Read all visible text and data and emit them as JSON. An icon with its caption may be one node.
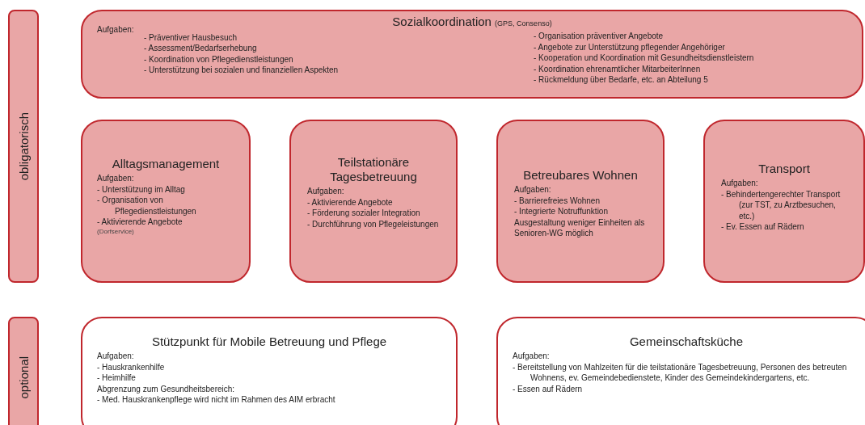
{
  "diagram": {
    "nodes": [
      {
        "text": [
          "obligatorisch"
        ]
      },
      {
        "text": [
          "Sozialkoordination",
          "(GPS, Consenso)",
          "Aufgaben:",
          "- Präventiver Hausbesuch",
          "- Assessment/Bedarfserhebung",
          "- Koordination von Pflegedienstleistungen",
          "- Unterstützung bei sozialen und finanziellen Aspekten",
          "- Organisation präventiver Angebote",
          "- Angebote zur Unterstützung pflegender Angehöriger",
          "- Kooperation und Koordination mit Gesundheitsdienstleistern",
          "- Koordination ehrenamtlicher MitarbeiterInnen",
          "- Rückmeldung über Bedarfe, etc. an Abteilung 5"
        ]
      },
      {
        "text": [
          "Alltagsmanagement",
          "Aufgaben:",
          "- Unterstützung im Alltag",
          "- Organisation von Pflegedienstleistungen",
          "- Aktivierende Angebote",
          "(Dorfservice)"
        ]
      },
      {
        "text": [
          "Teilstationäre Tagesbetreuung",
          "Aufgaben:",
          "- Aktivierende Angebote",
          "- Förderung sozialer Integration",
          "- Durchführung von Pflegeleistungen"
        ]
      },
      {
        "text": [
          "Betreubares Wohnen",
          "Aufgaben:",
          "- Barrierefreies Wohnen",
          "- Integrierte Notruffunktion",
          "Ausgestaltung weniger Einheiten als Senioren-WG möglich"
        ]
      },
      {
        "text": [
          "Transport",
          "Aufgaben:",
          "- Behindertengerechter Transport (zur TST, zu Arztbesuchen, etc.)",
          "- Ev. Essen auf Rädern"
        ]
      },
      {
        "text": [
          "optional"
        ]
      },
      {
        "text": [
          "Stützpunkt für Mobile Betreuung und Pflege",
          "Aufgaben:",
          "- Hauskrankenhilfe",
          "- Heimhilfe",
          "Abgrenzung zum Gesundheitsbereich:",
          "- Med. Hauskrankenpflege wird nicht im Rahmen des AIM erbracht"
        ]
      },
      {
        "text": [
          "Gemeinschaftsküche",
          "Aufgaben:",
          "- Bereitstellung von Mahlzeiten für die teilstationäre Tagesbetreuung, Personen des betreuten Wohnens, ev. Gemeindebedienstete, Kinder des Gemeindekindergartens, etc.",
          "- Essen auf Rädern"
        ]
      }
    ]
  }
}
